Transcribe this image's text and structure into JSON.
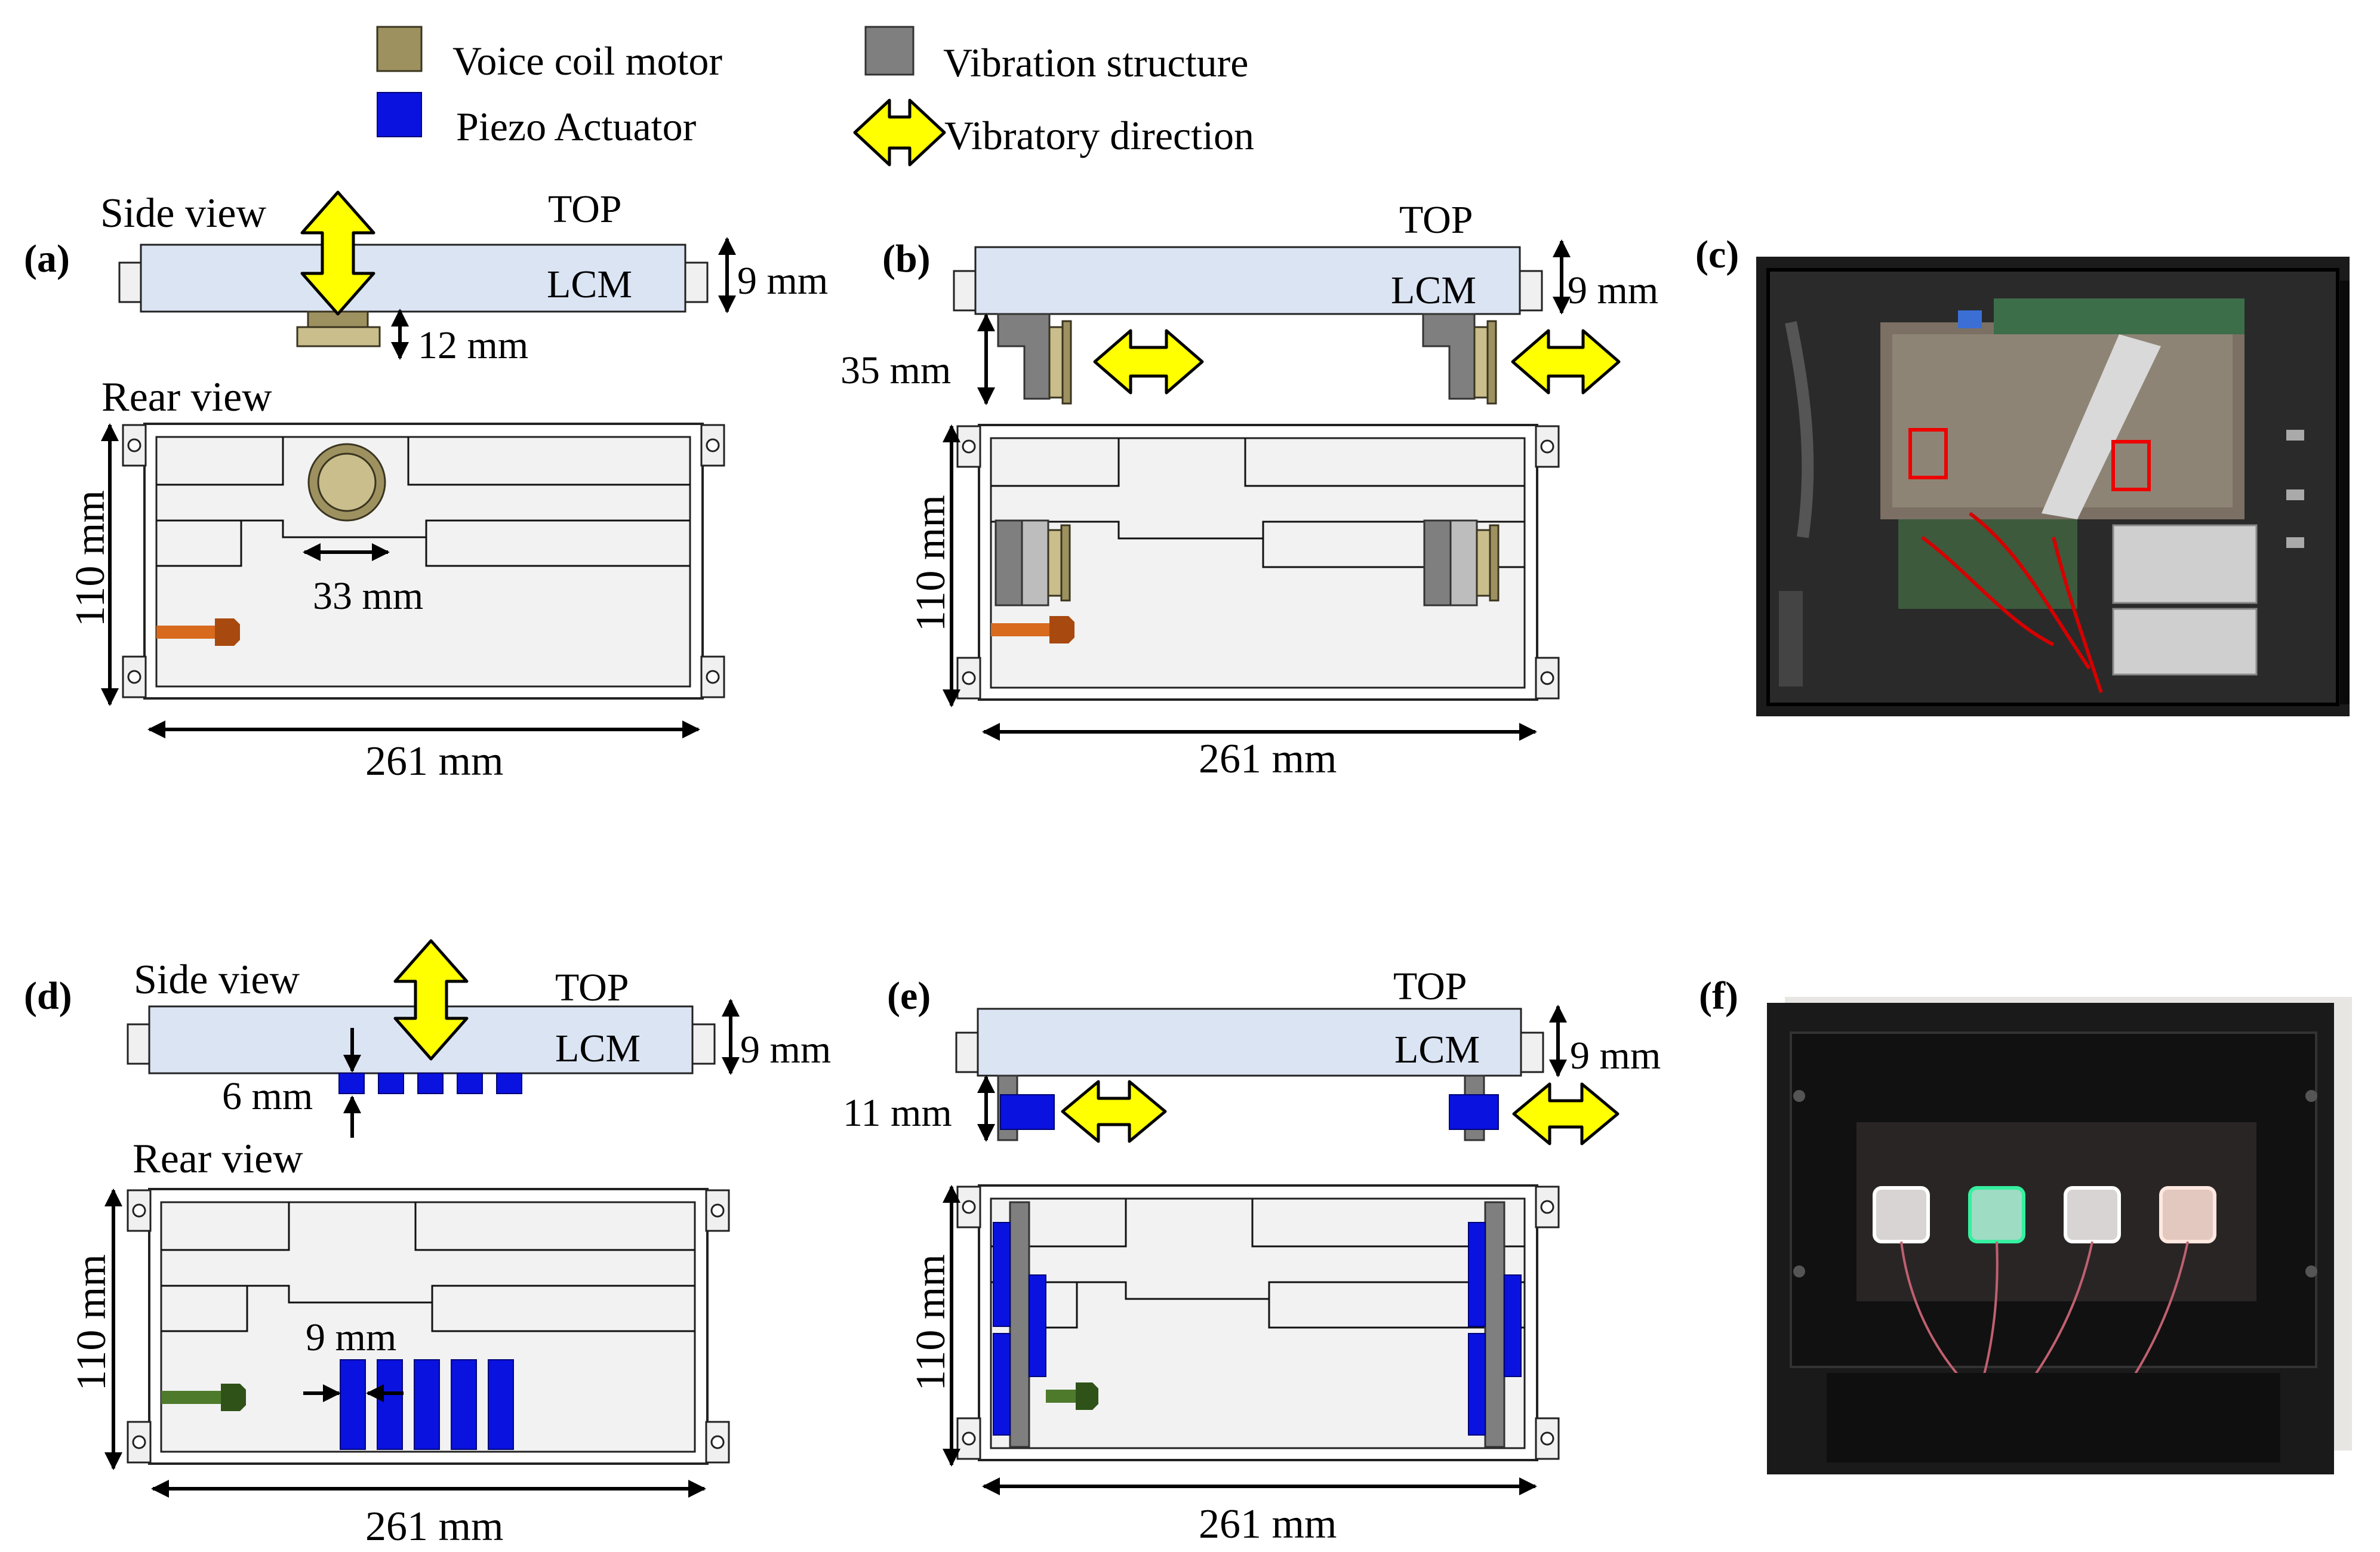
{
  "legend": {
    "voice_coil_motor": "Voice coil motor",
    "piezo_actuator": "Piezo Actuator",
    "vibration_structure": "Vibration structure",
    "vibratory_direction": "Vibratory direction"
  },
  "colors": {
    "voice_coil_motor": "#9e9160",
    "piezo_actuator": "#0a12e0",
    "vibration_structure": "#7f7f7f",
    "vibratory_direction": "#ffff00",
    "lcm": "#dbe4f3",
    "connector_orange": "#d86a1e",
    "connector_green": "#4e7a2c"
  },
  "panels": {
    "a": {
      "label": "(a)",
      "side_view": "Side view",
      "rear_view": "Rear view",
      "top": "TOP",
      "lcm": "LCM",
      "thickness": "9 mm",
      "motor_height": "12 mm",
      "height": "110 mm",
      "width": "261 mm",
      "motor_diameter": "33 mm"
    },
    "b": {
      "label": "(b)",
      "top": "TOP",
      "lcm": "LCM",
      "thickness": "9 mm",
      "structure_height": "35 mm",
      "height": "110 mm",
      "width": "261 mm"
    },
    "c": {
      "label": "(c)"
    },
    "d": {
      "label": "(d)",
      "side_view": "Side view",
      "rear_view": "Rear view",
      "top": "TOP",
      "lcm": "LCM",
      "thickness": "9 mm",
      "piezo_height": "6 mm",
      "height": "110 mm",
      "width": "261 mm",
      "piezo_width": "9 mm"
    },
    "e": {
      "label": "(e)",
      "top": "TOP",
      "lcm": "LCM",
      "thickness": "9 mm",
      "structure_height": "11 mm",
      "height": "110 mm",
      "width": "261 mm"
    },
    "f": {
      "label": "(f)"
    }
  }
}
